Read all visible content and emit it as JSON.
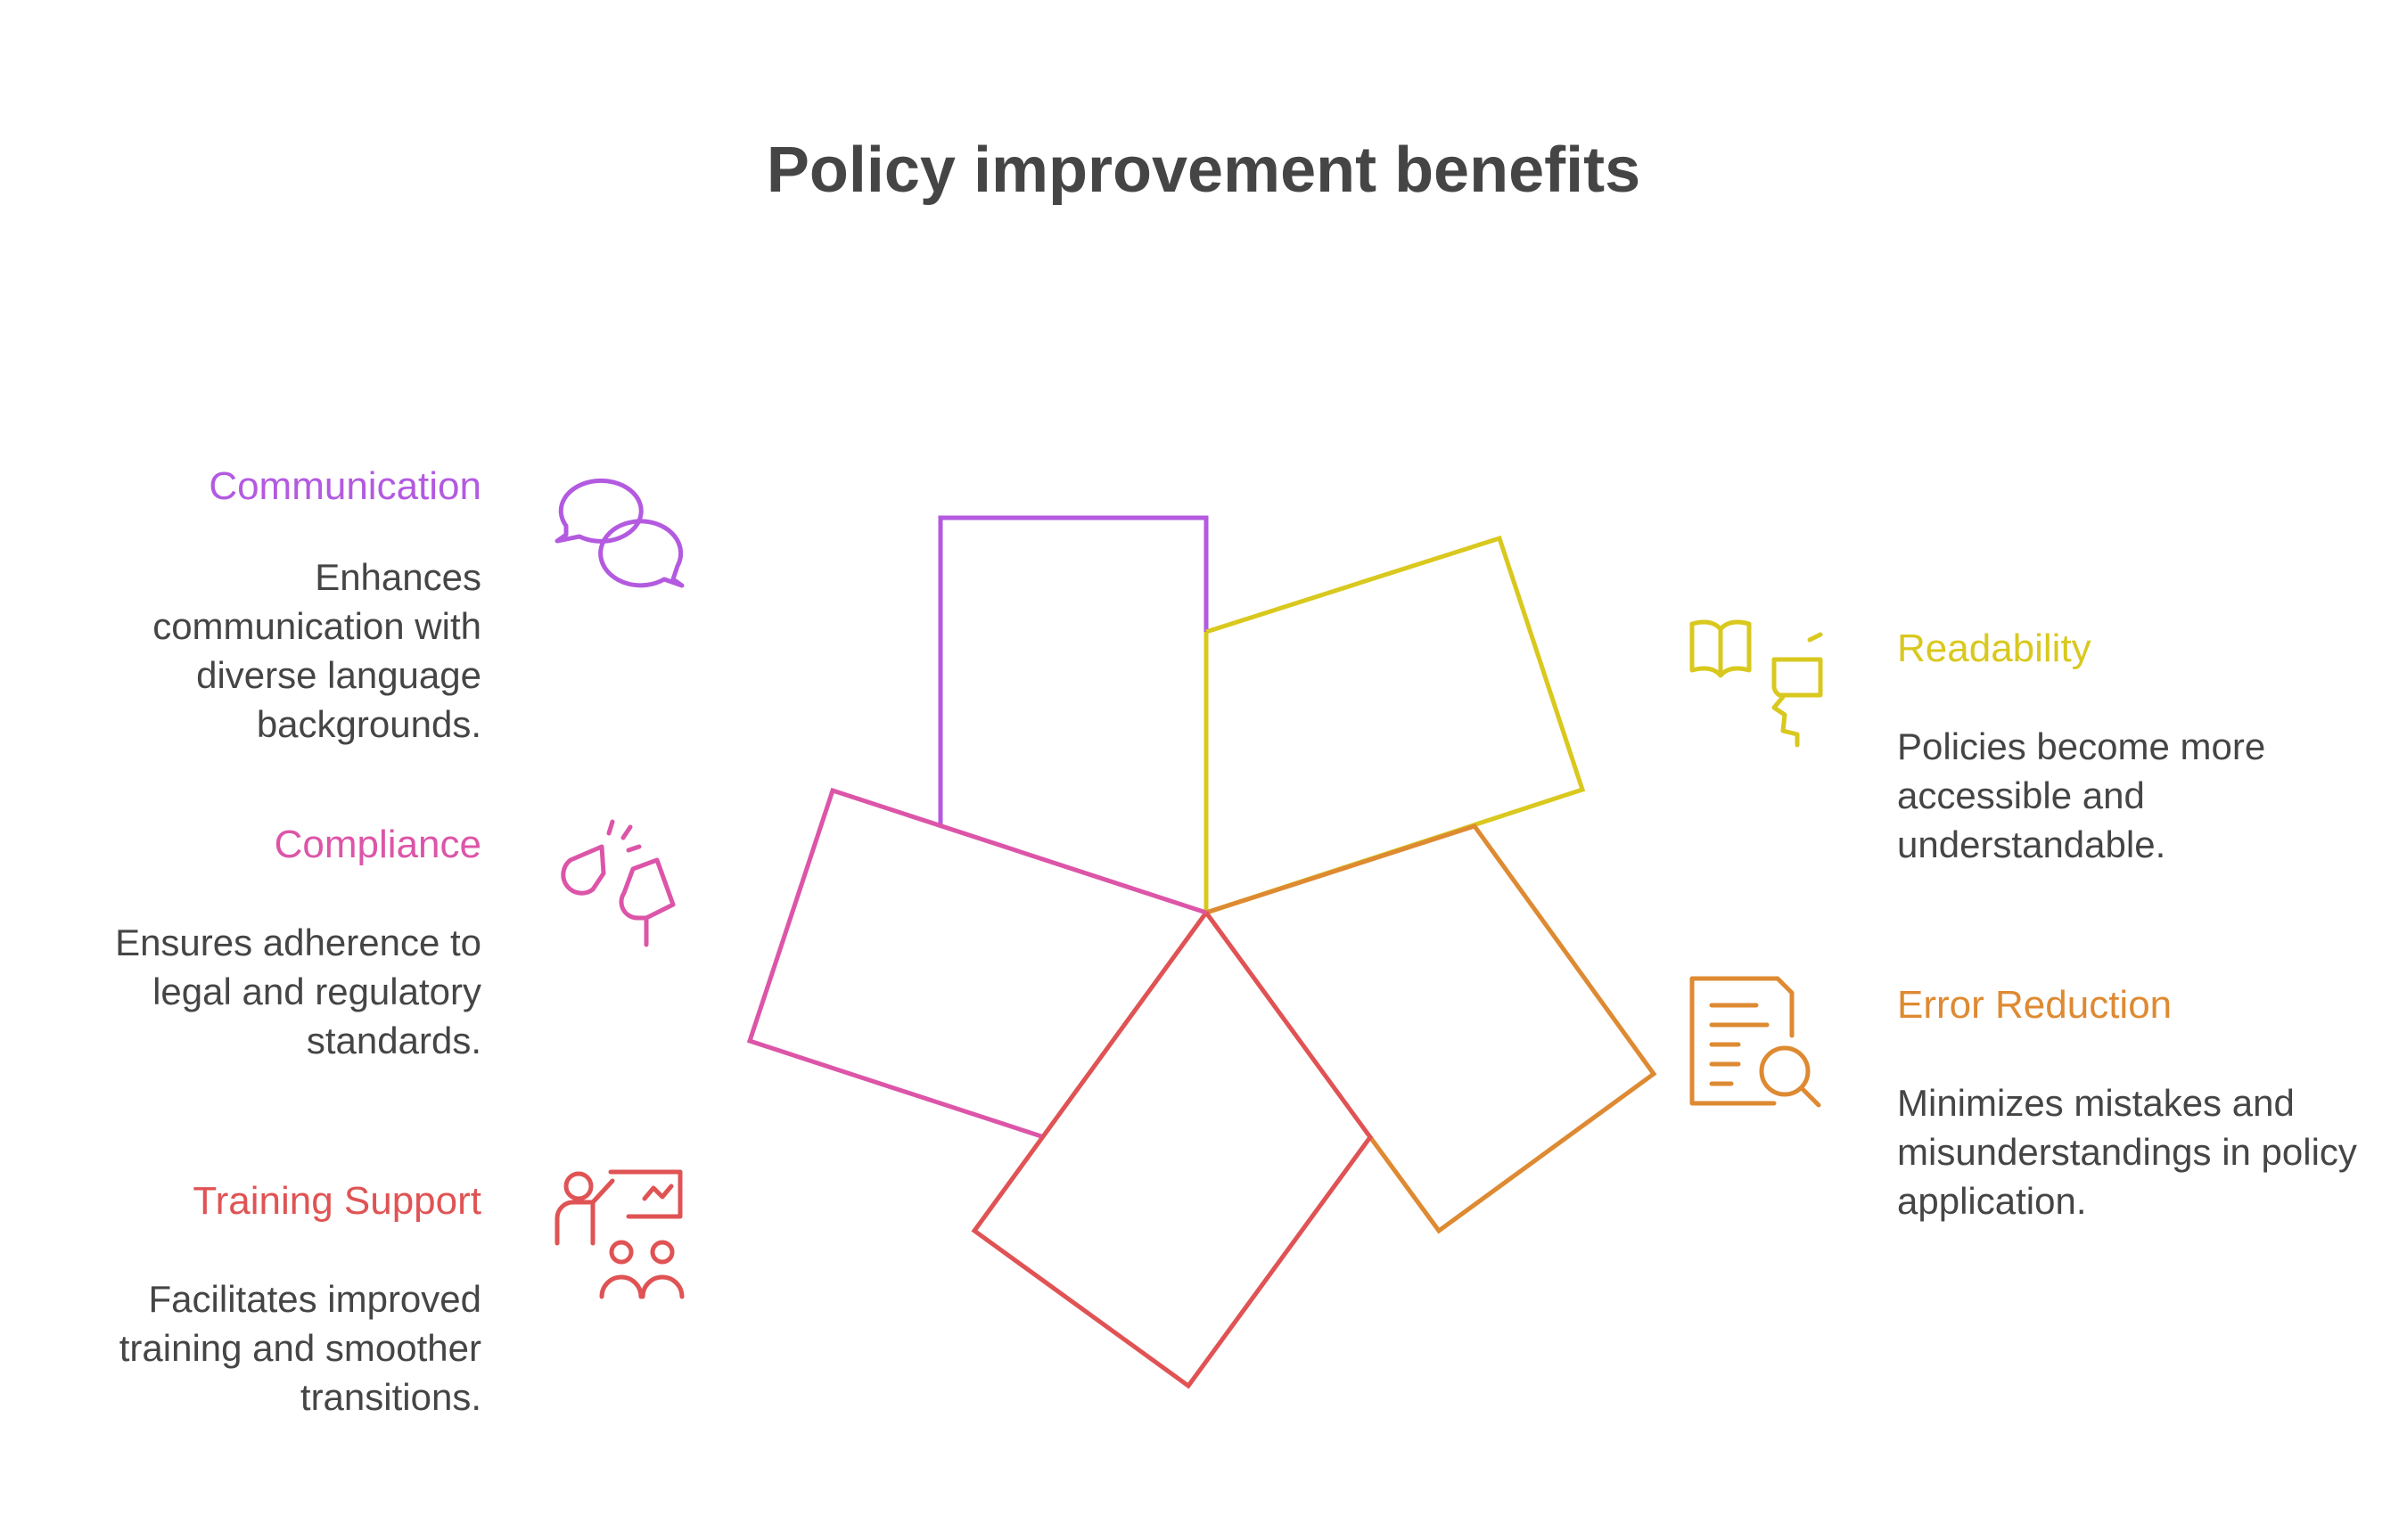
{
  "title": "Policy improvement benefits",
  "colors": {
    "communication": "#B35AE0",
    "compliance": "#DC55A8",
    "training": "#E05354",
    "readability": "#D9C81E",
    "error_reduction": "#DE8A32",
    "text": "#454545"
  },
  "items": {
    "communication": {
      "title": "Communication",
      "description": "Enhances communication with diverse language backgrounds.",
      "icon": "chat-bubbles-icon"
    },
    "compliance": {
      "title": "Compliance",
      "description": "Ensures adherence to legal and regulatory standards.",
      "icon": "handshake-icon"
    },
    "training": {
      "title": "Training Support",
      "description": "Facilitates improved training and smoother transitions.",
      "icon": "presentation-icon"
    },
    "readability": {
      "title": "Readability",
      "description": "Policies become more accessible and understandable.",
      "icon": "reading-person-icon"
    },
    "error_reduction": {
      "title": "Error Reduction",
      "description": "Minimizes mistakes and misunderstandings in policy application.",
      "icon": "document-search-icon"
    }
  }
}
